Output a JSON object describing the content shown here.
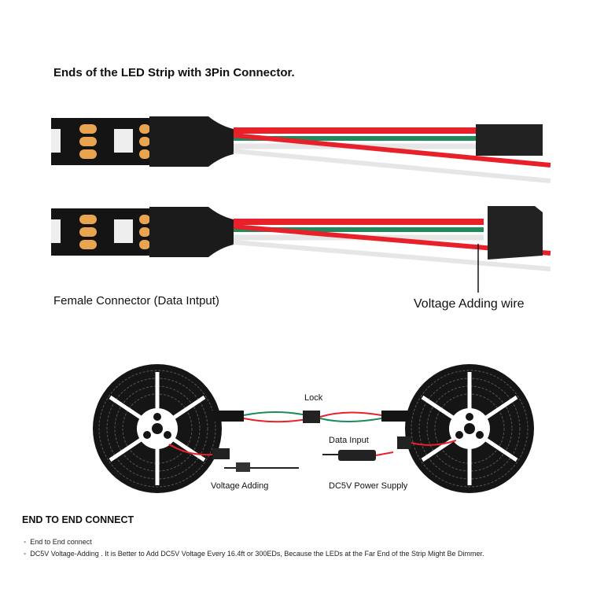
{
  "title": "Ends of the LED Strip with 3Pin Connector.",
  "female_label": "Female Connector (Data Intput)",
  "voltage_wire_label": "Voltage Adding wire",
  "diagram": {
    "lock": "Lock",
    "data_input": "Data Input",
    "voltage_adding": "Voltage Adding",
    "power_supply": "DC5V Power Supply"
  },
  "section": {
    "heading": "END TO END CONNECT",
    "bullets": [
      "End to End connect",
      "DC5V Voltage-Adding . It is Better to Add DC5V Voltage Every 16.4ft or 300EDs, Because the LEDs at the Far End of the Strip Might Be Dimmer."
    ]
  },
  "colors": {
    "red_wire": "#e8202a",
    "green_wire": "#1f8a5c",
    "white_wire": "#f2f2f2",
    "strip": "#141414",
    "pad": "#e8a550"
  }
}
